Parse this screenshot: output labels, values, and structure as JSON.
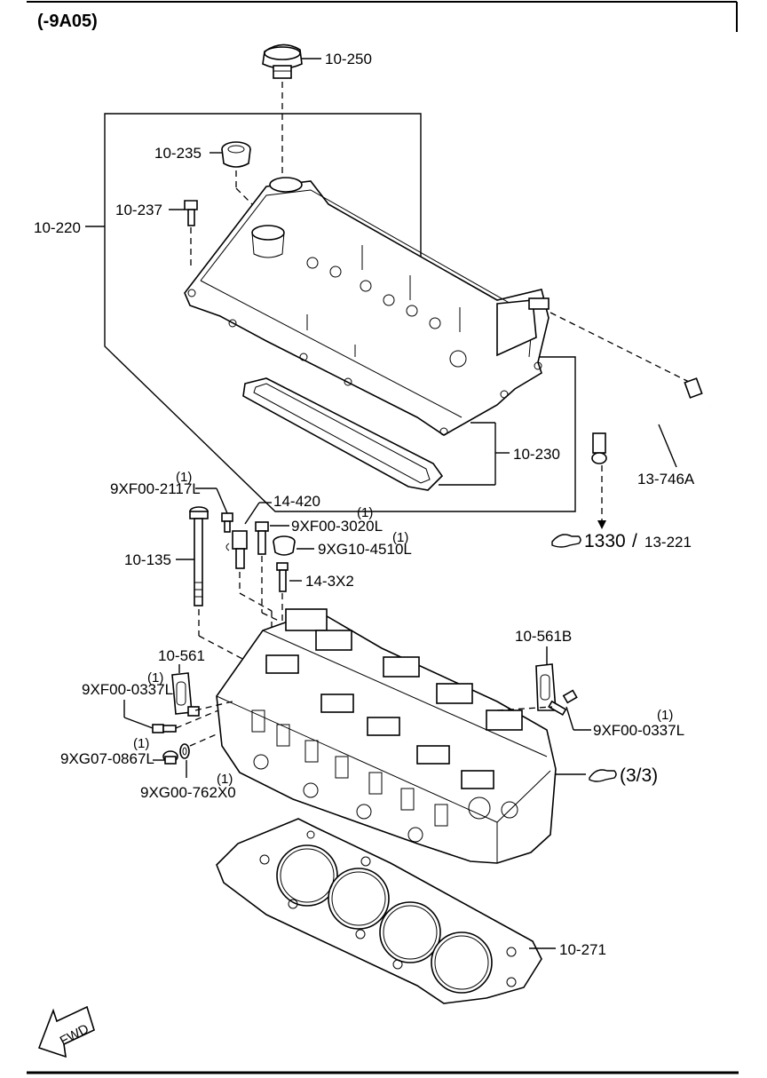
{
  "header": {
    "model_range": "(-9A05)"
  },
  "parts": {
    "oil_filler_cap": "10-250",
    "oil_seal": "10-235",
    "bolt": "10-237",
    "cylinder_head_cover": "10-220",
    "cover_gasket": "10-230",
    "ventilation_hose": "13-746A",
    "head_bolt": "10-135",
    "bolt_2117": "9XF00-2117L",
    "bolt_2117_qty": "(1)",
    "sensor": "14-420",
    "bolt_3020": "9XF00-3020L",
    "bolt_3020_qty": "(1)",
    "nut_4510": "9XG10-4510L",
    "nut_4510_qty": "(1)",
    "stud": "14-3X2",
    "gasket_561b": "10-561B",
    "gasket_561": "10-561",
    "bolt_0337_left": "9XF00-0337L",
    "bolt_0337_left_qty": "(1)",
    "bolt_0337_right": "9XF00-0337L",
    "bolt_0337_right_qty": "(1)",
    "plug_0867": "9XG07-0867L",
    "plug_0867_qty": "(1)",
    "washer_762": "9XG00-762X0",
    "washer_762_qty": "(1)",
    "head_gasket": "10-271"
  },
  "references": {
    "ref_a": "1330",
    "ref_a_sep": "/",
    "ref_b": "13-221",
    "ref_c": "(3/3)"
  },
  "arrow": {
    "label": "FWD"
  }
}
